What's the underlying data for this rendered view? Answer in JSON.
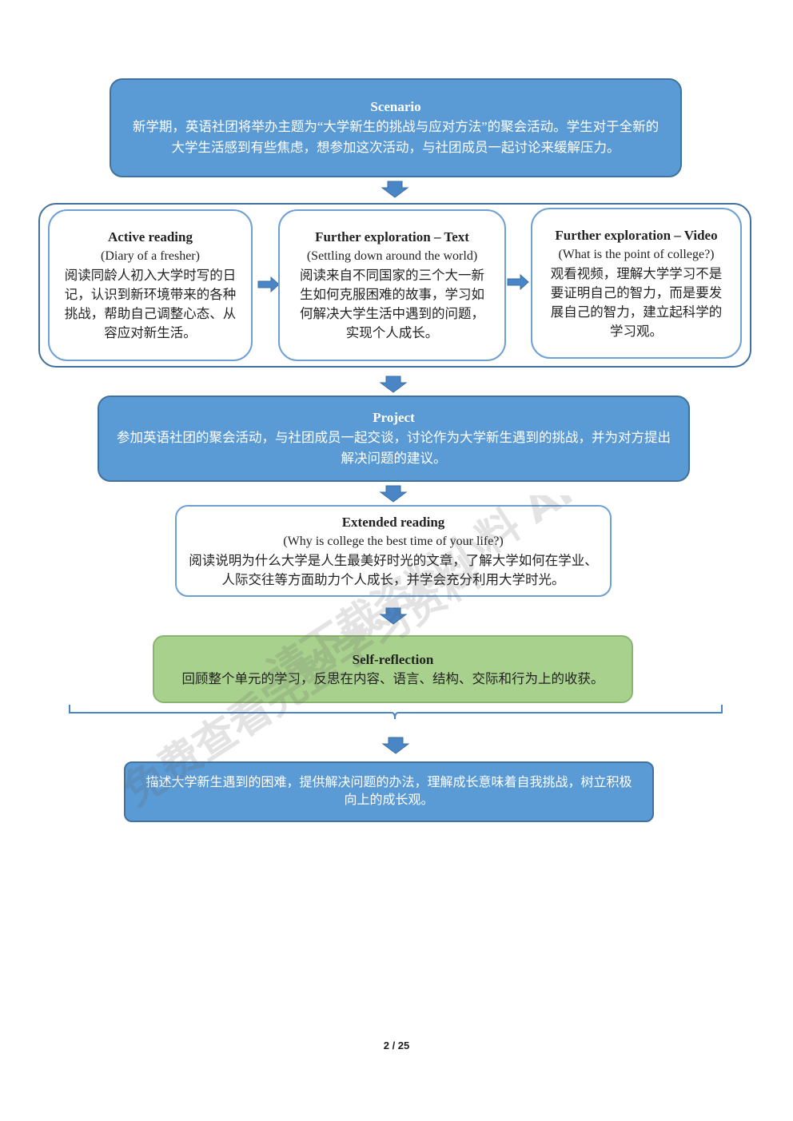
{
  "scenario": {
    "title": "Scenario",
    "text": "新学期，英语社团将举办主题为“大学新生的挑战与应对方法”的聚会活动。学生对于全新的大学生活感到有些焦虑，想参加这次活动，与社团成员一起讨论来缓解压力。"
  },
  "active_reading": {
    "title": "Active reading",
    "subtitle": "(Diary of a fresher)",
    "text": "阅读同龄人初入大学时写的日记，认识到新环境带来的各种挑战，帮助自己调整心态、从容应对新生活。"
  },
  "further_text": {
    "title": "Further exploration – Text",
    "subtitle": "(Settling down around the world)",
    "text": "阅读来自不同国家的三个大一新生如何克服困难的故事，学习如何解决大学生活中遇到的问题，实现个人成长。"
  },
  "further_video": {
    "title": "Further exploration – Video",
    "subtitle": "(What is the point of college?)",
    "text": "观看视频，理解大学学习不是要证明自己的智力，而是要发展自己的智力，建立起科学的学习观。"
  },
  "project": {
    "title": "Project",
    "text": "参加英语社团的聚会活动，与社团成员一起交谈，讨论作为大学新生遇到的挑战，并为对方提出解决问题的建议。"
  },
  "extended_reading": {
    "title": "Extended reading",
    "subtitle": "(Why is college the best time of your life?)",
    "text": "阅读说明为什么大学是人生最美好时光的文章，了解大学如何在学业、人际交往等方面助力个人成长，并学会充分利用大学时光。"
  },
  "self_reflection": {
    "title": "Self-reflection",
    "text": "回顾整个单元的学习，反思在内容、语言、结构、交际和行为上的收获。"
  },
  "goal": {
    "text": "描述大学新生遇到的困难，提供解决问题的办法，理解成长意味着自我挑战，树立积极向上的成长观。"
  },
  "watermark": {
    "line1": "免费查看完整学习资料",
    "line2": "请下载资料小料 APP"
  },
  "footer": {
    "page": "2 / 25"
  },
  "colors": {
    "blue_fill": "#5b9bd5",
    "blue_border": "#41719c",
    "green_fill": "#a9d18e",
    "arrow": "#4a86c5"
  }
}
